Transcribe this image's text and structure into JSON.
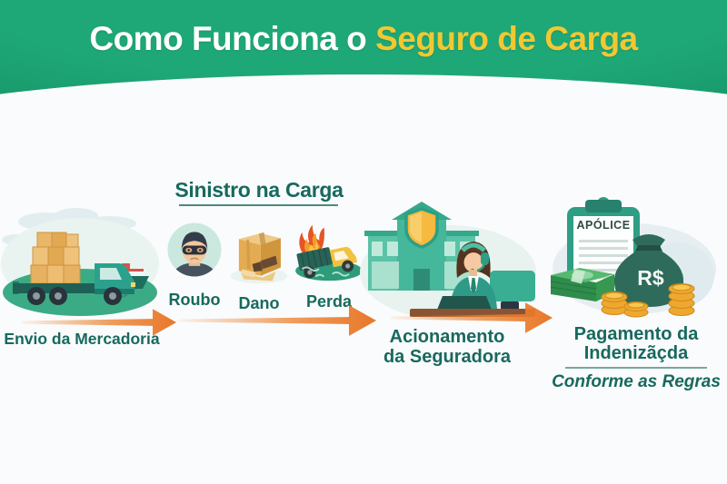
{
  "header": {
    "title_prefix": "Como Funciona o",
    "title_highlight": "Seguro de Carga"
  },
  "flow": {
    "step1": {
      "label": "Envio da Mercadoria",
      "illustration": "cargo-truck-and-ship"
    },
    "incident": {
      "title": "Sinistro na Carga",
      "items": [
        {
          "label": "Roubo",
          "icon": "thief-icon"
        },
        {
          "label": "Dano",
          "icon": "damaged-box-icon"
        },
        {
          "label": "Perda",
          "icon": "burning-truck-icon"
        }
      ]
    },
    "step2": {
      "label_line1": "Acionamento",
      "label_line2": "da Seguradora",
      "illustration": "insurance-office-support-agent"
    },
    "step3": {
      "label_line1": "Pagamento da",
      "label_line2": "Indenizãçda",
      "note": "Conforme as Regras",
      "policy_document_label": "APÓLICE",
      "money_bag_label": "R$"
    }
  },
  "colors": {
    "header_green": "#149166",
    "title_highlight_yellow": "#F2C832",
    "text_teal": "#17695E",
    "arrow_orange": "#E8772A"
  }
}
